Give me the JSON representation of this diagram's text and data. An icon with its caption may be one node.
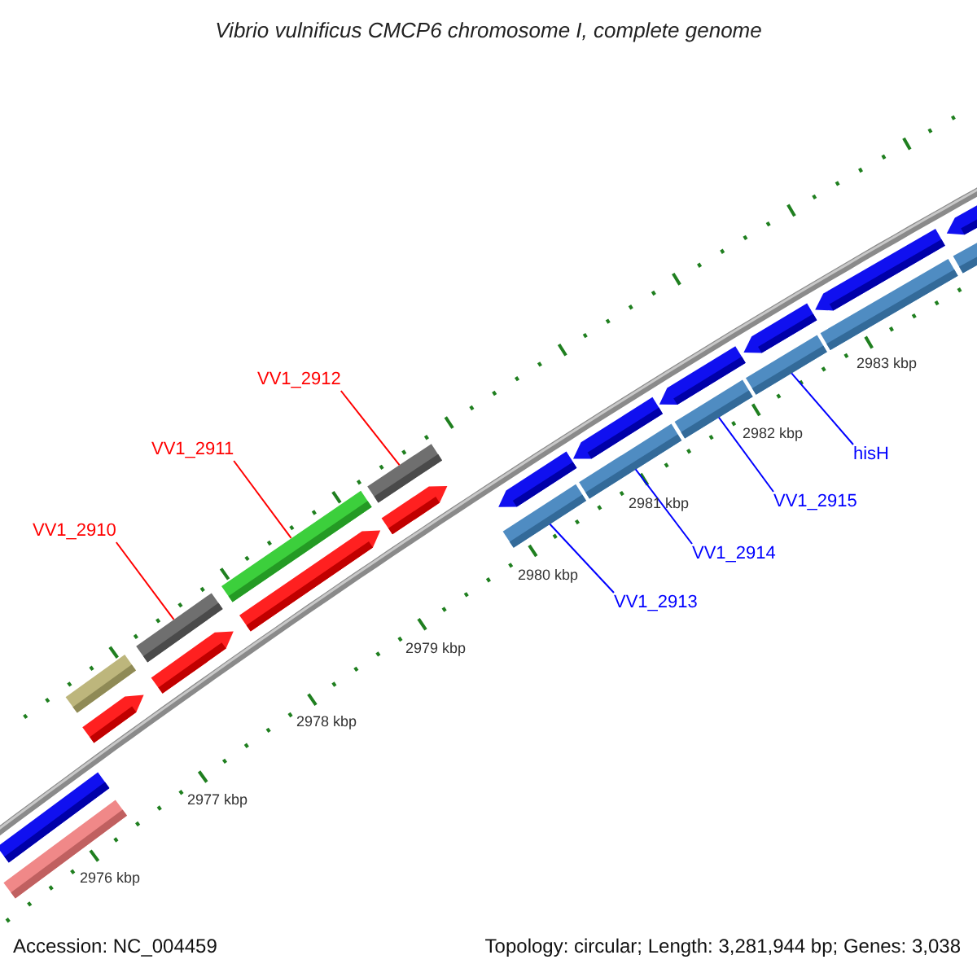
{
  "diagram": {
    "title": "Vibrio vulnificus CMCP6 chromosome I, complete genome",
    "nodes": [
      {
        "text": [
          "VV1_2910"
        ]
      },
      {
        "text": [
          "VV1_2911"
        ]
      },
      {
        "text": [
          "VV1_2912"
        ]
      },
      {
        "text": [],
        "shape": "bar"
      },
      {
        "text": [],
        "shape": "bar"
      },
      {
        "text": [],
        "shape": "bar"
      },
      {
        "text": [],
        "shape": "bar"
      },
      {
        "text": [],
        "shape": "arrow"
      },
      {
        "text": [],
        "shape": "arrow"
      },
      {
        "text": [],
        "shape": "arrow"
      },
      {
        "text": [],
        "shape": "arrow"
      },
      {
        "text": [],
        "shape": "bar"
      },
      {
        "text": [],
        "shape": "bar"
      },
      {
        "text": [],
        "shape": "arrow"
      },
      {
        "text": [],
        "shape": "arrow"
      },
      {
        "text": [],
        "shape": "arrow"
      },
      {
        "text": [],
        "shape": "arrow"
      },
      {
        "text": [],
        "shape": "arrow"
      },
      {
        "text": [],
        "shape": "arrow"
      },
      {
        "text": [],
        "shape": "bar"
      },
      {
        "text": [],
        "shape": "bar"
      },
      {
        "text": [],
        "shape": "bar"
      },
      {
        "text": [],
        "shape": "bar"
      },
      {
        "text": [],
        "shape": "bar"
      },
      {
        "text": [],
        "shape": "bar"
      },
      {
        "text": [
          "VV1_2913"
        ]
      },
      {
        "text": [
          "VV1_2914"
        ]
      },
      {
        "text": [
          "VV1_2915"
        ]
      },
      {
        "text": [
          "hisH"
        ]
      }
    ],
    "edges": [
      {
        "from": 0,
        "to": 4,
        "arrow": "none",
        "color": "#ff0000"
      },
      {
        "from": 1,
        "to": 5,
        "arrow": "none",
        "color": "#ff0000"
      },
      {
        "from": 2,
        "to": 6,
        "arrow": "none",
        "color": "#ff0000"
      },
      {
        "from": 25,
        "to": 19,
        "arrow": "none"
      },
      {
        "from": 26,
        "to": 20,
        "arrow": "none"
      },
      {
        "from": 27,
        "to": 21,
        "arrow": "none"
      },
      {
        "from": 28,
        "to": 22,
        "arrow": "none"
      }
    ],
    "labels": [
      "2976 kbp",
      "2977 kbp",
      "2978 kbp",
      "2979 kbp",
      "2980 kbp",
      "2981 kbp",
      "2982 kbp",
      "2983 kbp",
      "Accession: NC_004459",
      "Topology: circular; Length: 3,281,944 bp; Genes: 3,038"
    ]
  }
}
